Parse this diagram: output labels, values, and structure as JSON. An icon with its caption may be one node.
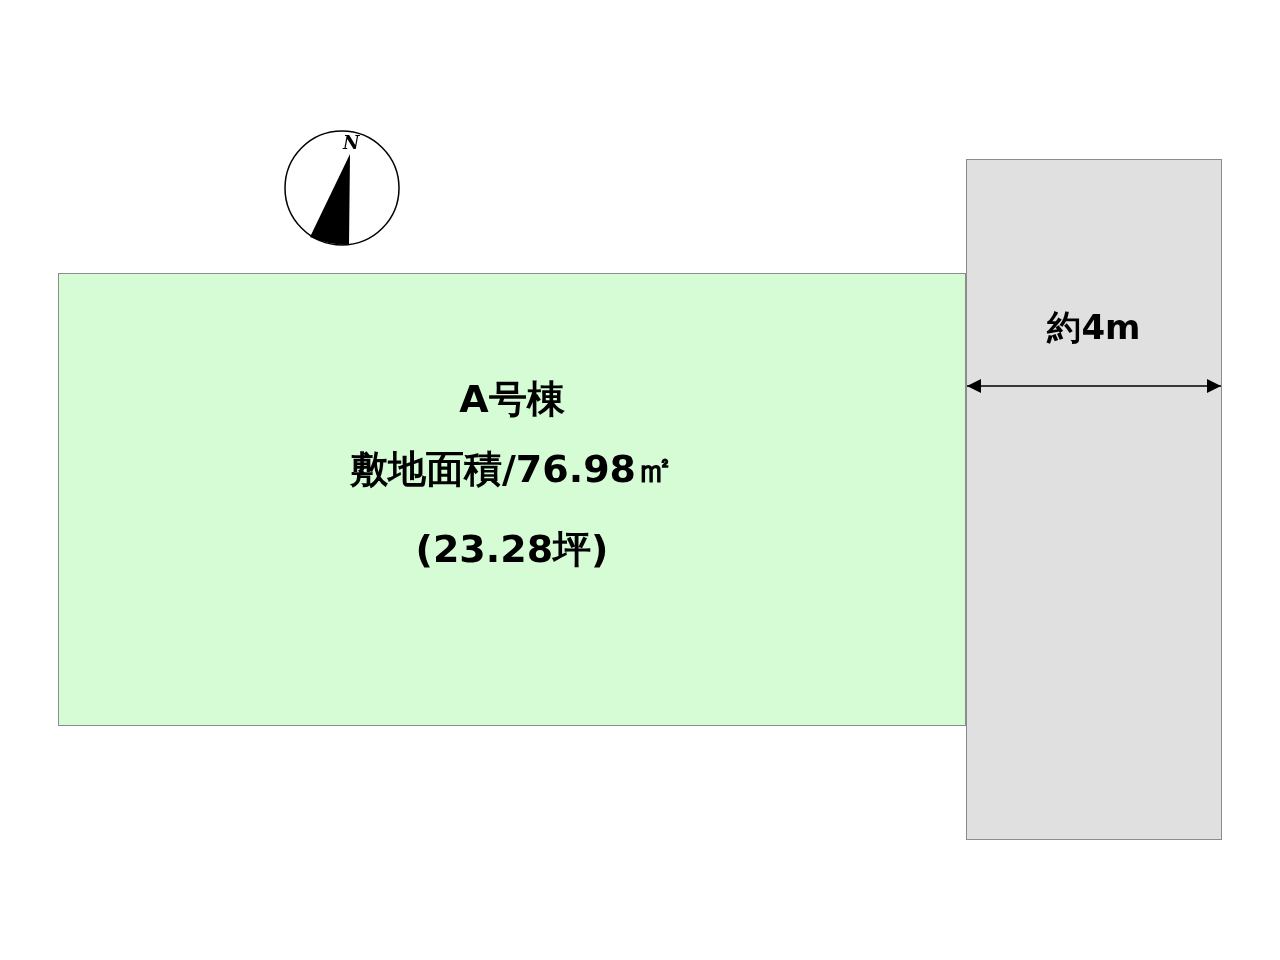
{
  "diagram": {
    "nodes": [
      {
        "text": [
          "A号棟",
          "敷地面積/76.98㎡",
          "(23.28坪)"
        ]
      },
      {
        "text": [
          "約4m"
        ]
      }
    ],
    "labels": [
      "N"
    ]
  }
}
